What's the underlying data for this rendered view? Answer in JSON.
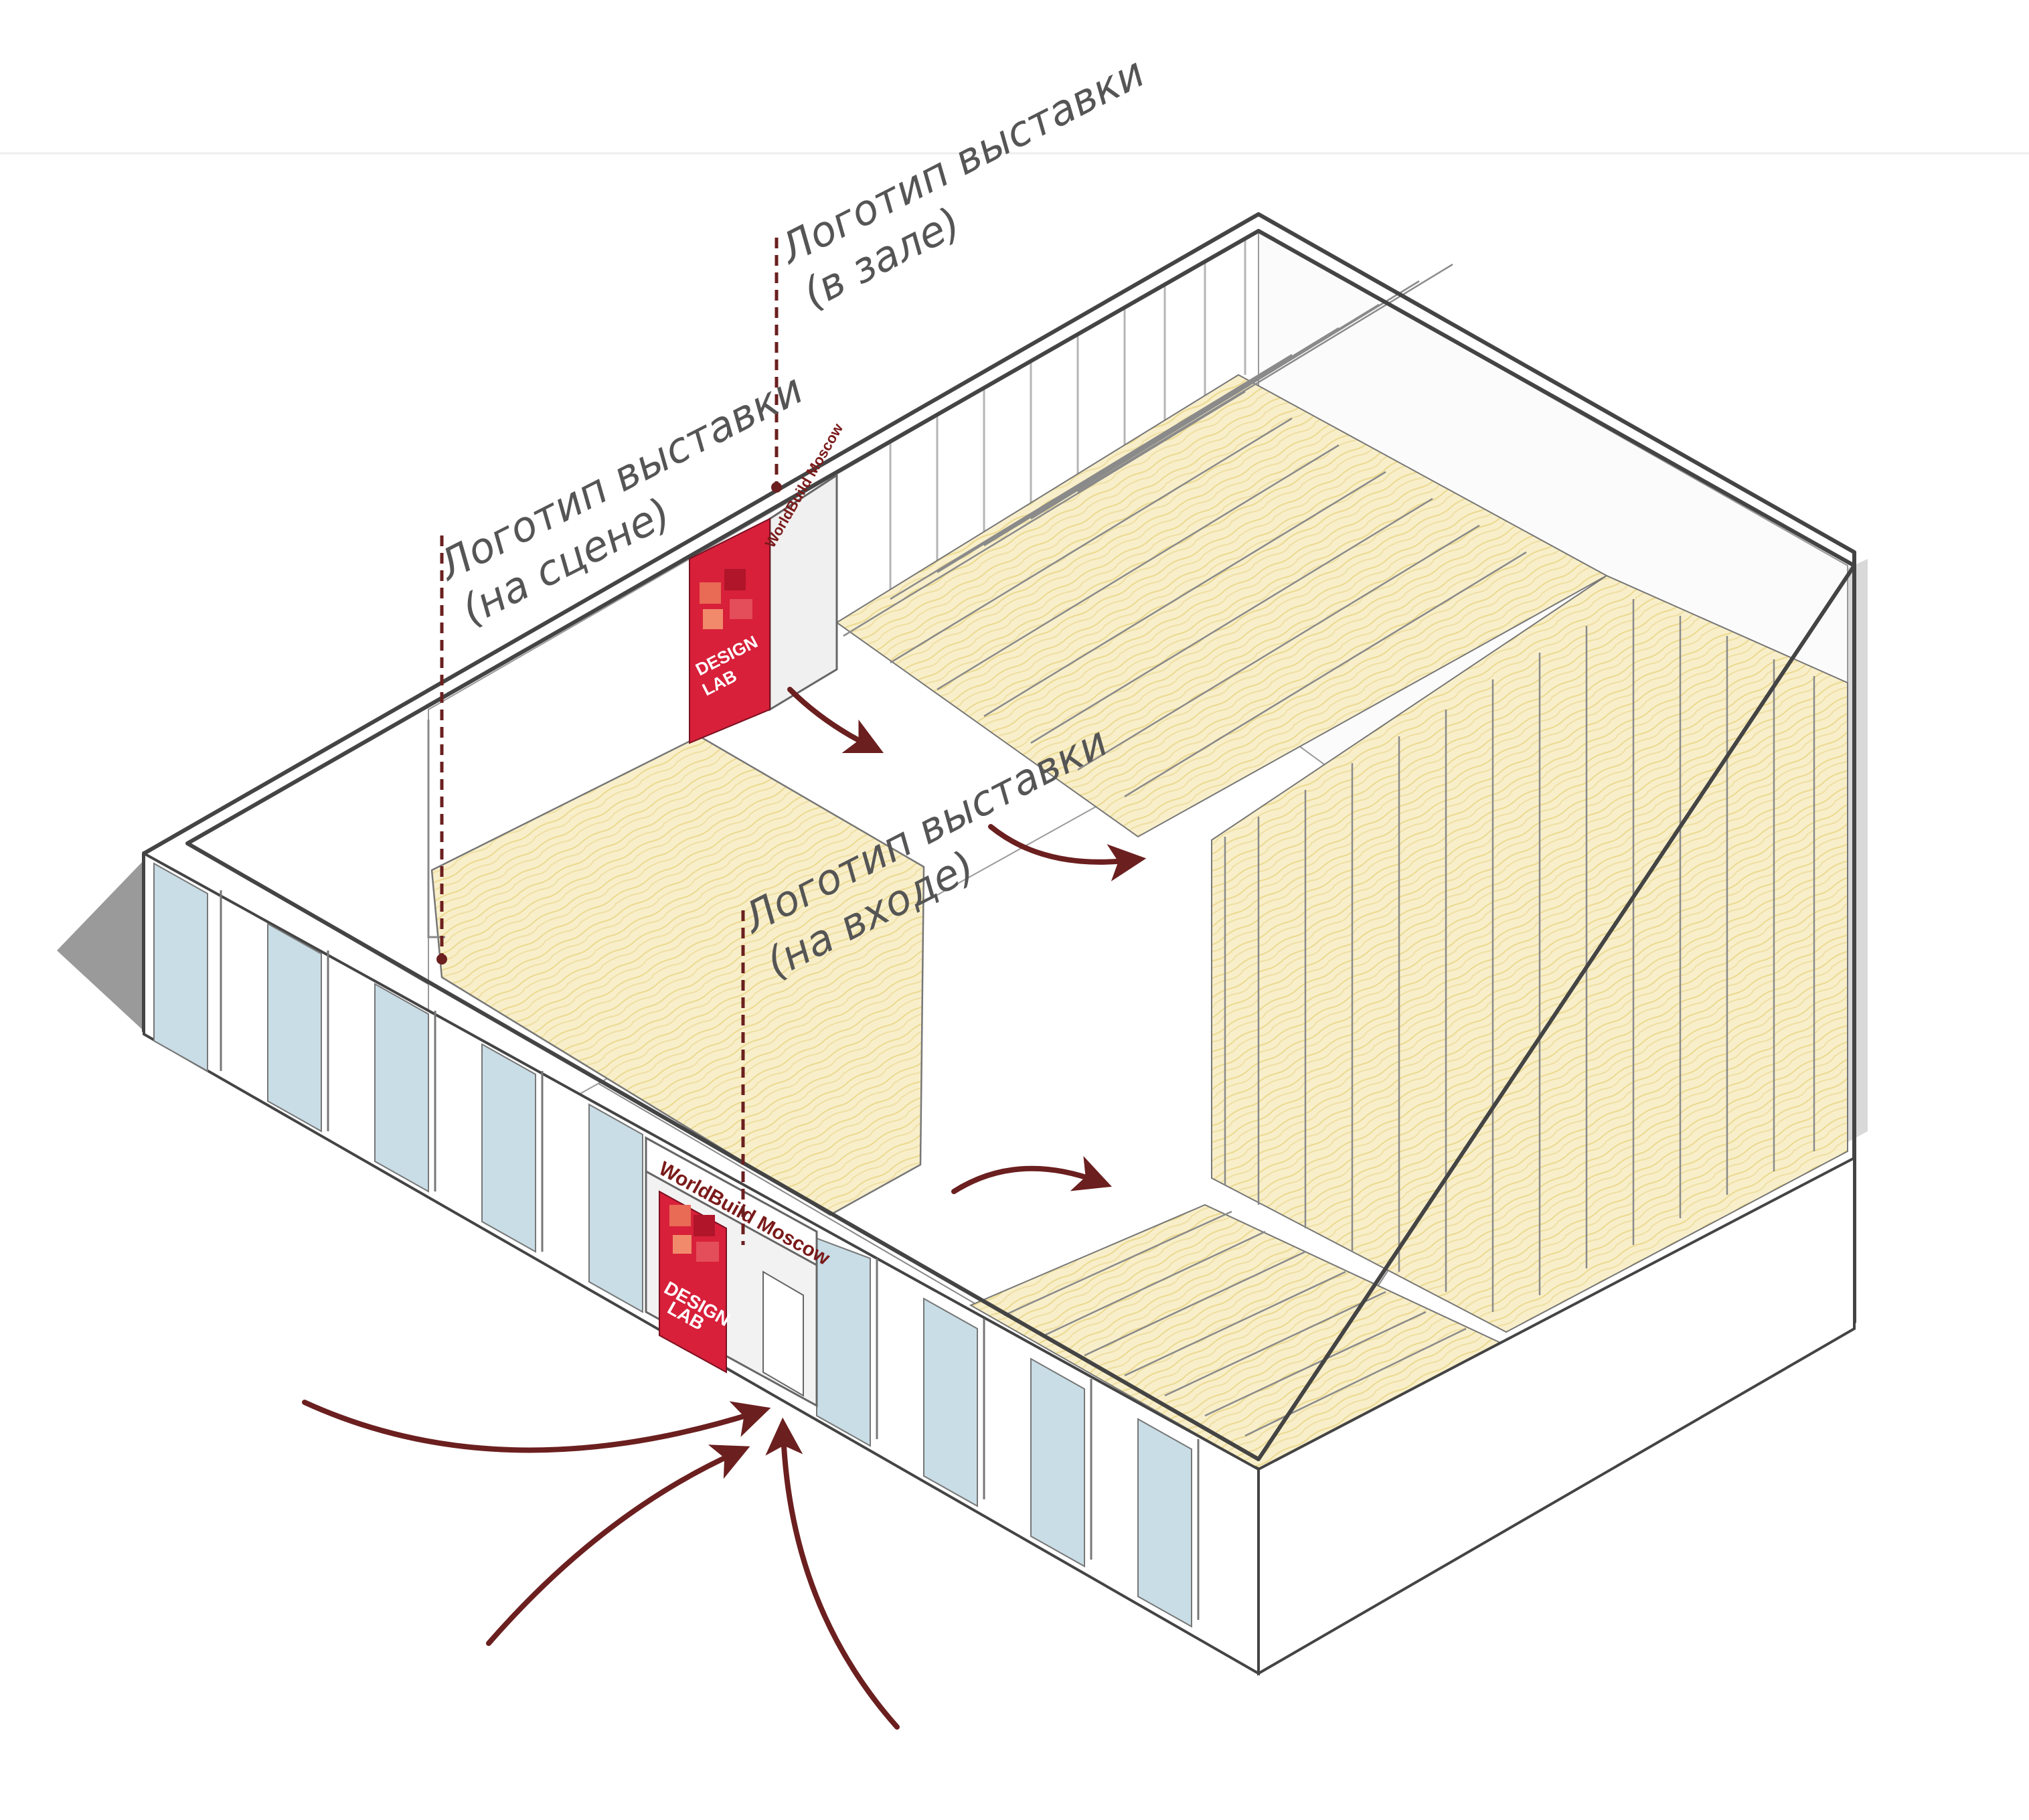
{
  "callouts": {
    "hall": {
      "line1": "Логотип выставки",
      "line2": "(в зале)"
    },
    "stage": {
      "line1": "Логотип выставки",
      "line2": "(на сцене)"
    },
    "entrance": {
      "line1": "Логотип выставки",
      "line2": "(на входе)"
    }
  },
  "signs": {
    "brand": "WorldBuild Moscow",
    "design": "DESIGN",
    "lab": "LAB"
  },
  "colors": {
    "arrow": "#6b1f1f",
    "logo_red": "#d8203a",
    "wood": "#f6ecc4",
    "glass": "#c8dde6"
  }
}
